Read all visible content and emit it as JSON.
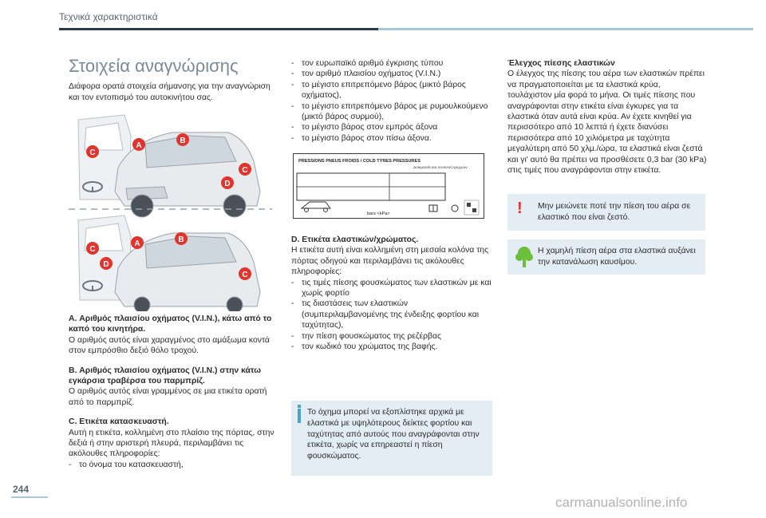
{
  "header": {
    "section": "Τεχνικά χαρακτηριστικά"
  },
  "page": {
    "title": "Στοιχεία αναγνώρισης",
    "number": "244"
  },
  "intro": "Διάφορα ορατά στοιχεία σήμανσης για την αναγνώριση και τον εντοπισμό του αυτοκινήτου σας.",
  "figure_labels": {
    "a": "A",
    "b": "B",
    "c": "C",
    "d": "D"
  },
  "left": {
    "a_heading": "A. Αριθμός πλαισίου οχήματος (V.I.N.), κάτω από το καπό του κινητήρα.",
    "a_text": "Ο αριθμός αυτός είναι χαραγμένος στο αμάξωμα κοντά στον εμπρόσθιο δεξιό θόλο τροχού.",
    "b_heading": "B. Αριθμός πλαισίου οχήματος (V.I.N.) στην κάτω εγκάρσια τραβέρσα του παρμπρίζ.",
    "b_text": "Ο αριθμός αυτός είναι γραμμένος σε μια ετικέτα ορατή από το παρμπρίζ.",
    "c_heading": "C. Ετικέτα κατασκευαστή.",
    "c_text": "Αυτή η ετικέτα, κολλημένη στο πλαίσιο της πόρτας, στην δεξιά ή στην αριστερή πλευρά, περιλαμβάνει τις ακόλουθες πληροφορίες:",
    "c_items": [
      "το όνομα του κατασκευαστή,"
    ]
  },
  "middle": {
    "items": [
      "τον ευρωπαϊκό αριθμό έγκρισης τύπου",
      "τον αριθμό πλαισίου οχήματος (V.I.N.)",
      "το μέγιστο επιτρεπόμενο βάρος (μικτό βάρος οχήματος),",
      "το μέγιστο επιτρεπόμενο βάρος με ρυμουλκούμενο (μικτό βάρος συρμού),",
      "το μέγιστο βάρος στον εμπρός άξονα",
      "το μέγιστο βάρος στον πίσω άξονα."
    ],
    "label": {
      "title": "PRESSIONS PNEUS FROIDS / COLD TYRES PRESSURES",
      "subtitle": "Δοκιμασία και συσκευή ψυχρών",
      "units": "bars  <kPa>"
    },
    "d_heading": "D. Ετικέτα ελαστικών/χρώματος.",
    "d_text": "Η ετικέτα αυτή είναι κολλημένη στη μεσαία κολόνα της πόρτας οδηγού και περιλαμβάνει τις ακόλουθες πληροφορίες:",
    "d_items": [
      "τις τιμές πίεσης φουσκώματος των ελαστικών με και χωρίς φορτίο",
      "τις διαστάσεις των ελαστικών (συμπεριλαμβανομένης της ένδειξης φορτίου και ταχύτητας),",
      "την πίεση φουσκώματος της ρεζέρβας",
      "τον κωδικό του χρώματος της βαφής."
    ],
    "info": "Το όχημα μπορεί να εξοπλίστηκε αρχικά με ελαστικά με υψηλότερους δείκτες φορτίου και ταχύτητας από αυτούς που αναγράφονται στην ετικέτα, χωρίς να επηρεαστεί η πίεση φουσκώματος."
  },
  "right": {
    "heading": "Έλεγχος πίεσης ελαστικών",
    "text": "Ο έλεγχος της πίεσης του αέρα των ελαστικών πρέπει να πραγματοποιείται με τα ελαστικά κρύα, τουλάχιστον μία φορά το μήνα. Οι τιμές πίεσης που αναγράφονται στην ετικέτα είναι έγκυρες για τα ελαστικά όταν αυτά είναι κρύα. Αν έχετε κινηθεί για περισσότερο από 10 λεπτά ή έχετε διανύσει περισσότερα από 10 χιλιόμετρα με ταχύτητα μεγαλύτερη από 50 χλμ./ώρα, τα ελαστικά είναι ζεστά και γι' αυτό θα πρέπει να προσθέσετε 0,3 bar (30 kPa) στις τιμές που αναγράφονται στην ετικέτα.",
    "warning": "Μην μειώνετε ποτέ την πίεση του αέρα σε ελαστικό που είναι ζεστό.",
    "eco": "Η χαμηλή πίεση αέρα στα ελαστικά αυξάνει την κατανάλωση καυσίμου."
  },
  "watermark": "carmanualsonline.info",
  "colors": {
    "marker": "#e2342c",
    "accent": "#4aa3c9",
    "box": "#e3edf3",
    "eco": "#6cbf3a"
  }
}
